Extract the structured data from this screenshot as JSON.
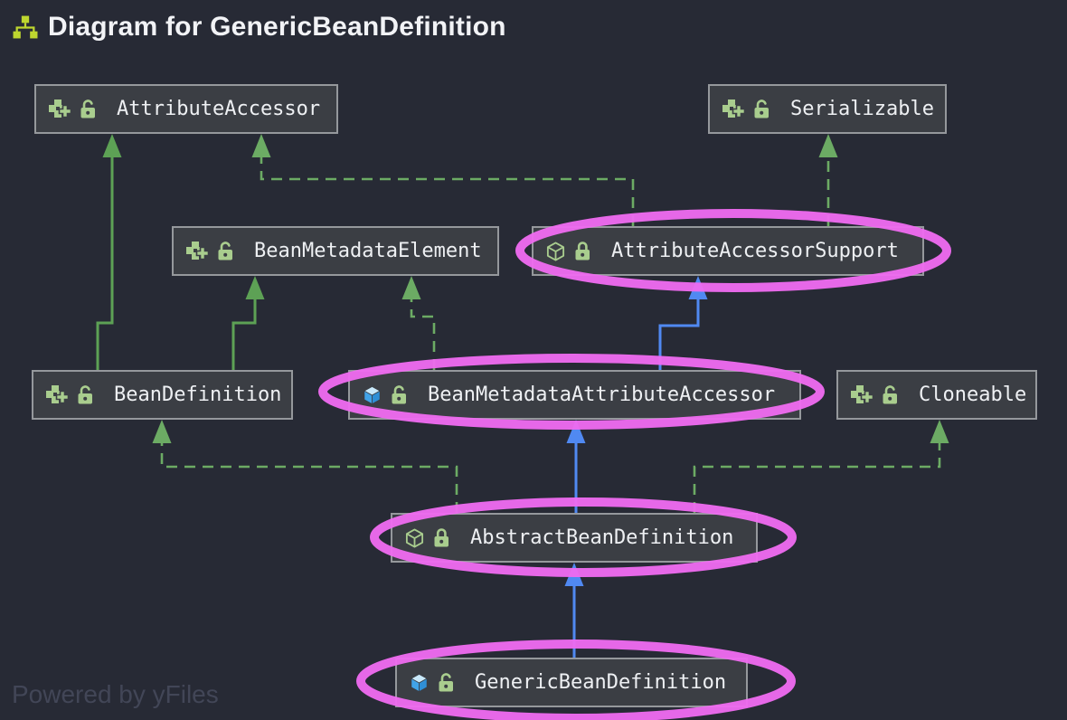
{
  "header": {
    "title": "Diagram for GenericBeanDefinition",
    "icon": "hierarchy-icon"
  },
  "watermark": "Powered by yFiles",
  "theme": {
    "bg": "#272a35",
    "title-text": "#f2f3f6",
    "title-icon": "#bed62f",
    "node-fill": "#3b3e44",
    "node-border": "#95989c",
    "node-text": "#eef0f3",
    "icon-green": "#a9cd8e",
    "class-blue": "#41a3e8",
    "class-blue-light": "#c9e9fb",
    "class-blue-dark": "#2f8fd6",
    "edge-green": "#5da155",
    "edge-green-dash": "#6cab64",
    "edge-blue": "#5089f2",
    "highlight-pink": "#ee6bef",
    "watermark": "#424657"
  },
  "nodes": [
    {
      "label": "AttributeAccessor",
      "kind": "interface",
      "lock": "open",
      "highlighted": false
    },
    {
      "label": "Serializable",
      "kind": "interface",
      "lock": "open",
      "highlighted": false
    },
    {
      "label": "BeanMetadataElement",
      "kind": "interface",
      "lock": "open",
      "highlighted": false
    },
    {
      "label": "AttributeAccessorSupport",
      "kind": "abstract-class",
      "lock": "closed",
      "highlighted": true
    },
    {
      "label": "BeanDefinition",
      "kind": "interface",
      "lock": "open",
      "highlighted": false
    },
    {
      "label": "BeanMetadataAttributeAccessor",
      "kind": "class",
      "lock": "open",
      "highlighted": true
    },
    {
      "label": "Cloneable",
      "kind": "interface",
      "lock": "open",
      "highlighted": false
    },
    {
      "label": "AbstractBeanDefinition",
      "kind": "abstract-class",
      "lock": "closed",
      "highlighted": true
    },
    {
      "label": "GenericBeanDefinition",
      "kind": "class",
      "lock": "open",
      "highlighted": true
    }
  ],
  "edges": [
    {
      "from": "BeanDefinition",
      "to": "AttributeAccessor",
      "relation": "extends",
      "line": "solid-green"
    },
    {
      "from": "BeanDefinition",
      "to": "BeanMetadataElement",
      "relation": "extends",
      "line": "solid-green"
    },
    {
      "from": "AttributeAccessorSupport",
      "to": "AttributeAccessor",
      "relation": "implements",
      "line": "dashed-green"
    },
    {
      "from": "AttributeAccessorSupport",
      "to": "Serializable",
      "relation": "implements",
      "line": "dashed-green"
    },
    {
      "from": "BeanMetadataAttributeAccessor",
      "to": "BeanMetadataElement",
      "relation": "implements",
      "line": "dashed-green"
    },
    {
      "from": "BeanMetadataAttributeAccessor",
      "to": "AttributeAccessorSupport",
      "relation": "extends",
      "line": "solid-blue"
    },
    {
      "from": "AbstractBeanDefinition",
      "to": "BeanDefinition",
      "relation": "implements",
      "line": "dashed-green"
    },
    {
      "from": "AbstractBeanDefinition",
      "to": "Cloneable",
      "relation": "implements",
      "line": "dashed-green"
    },
    {
      "from": "AbstractBeanDefinition",
      "to": "BeanMetadataAttributeAccessor",
      "relation": "extends",
      "line": "solid-blue"
    },
    {
      "from": "GenericBeanDefinition",
      "to": "AbstractBeanDefinition",
      "relation": "extends",
      "line": "solid-blue"
    }
  ]
}
